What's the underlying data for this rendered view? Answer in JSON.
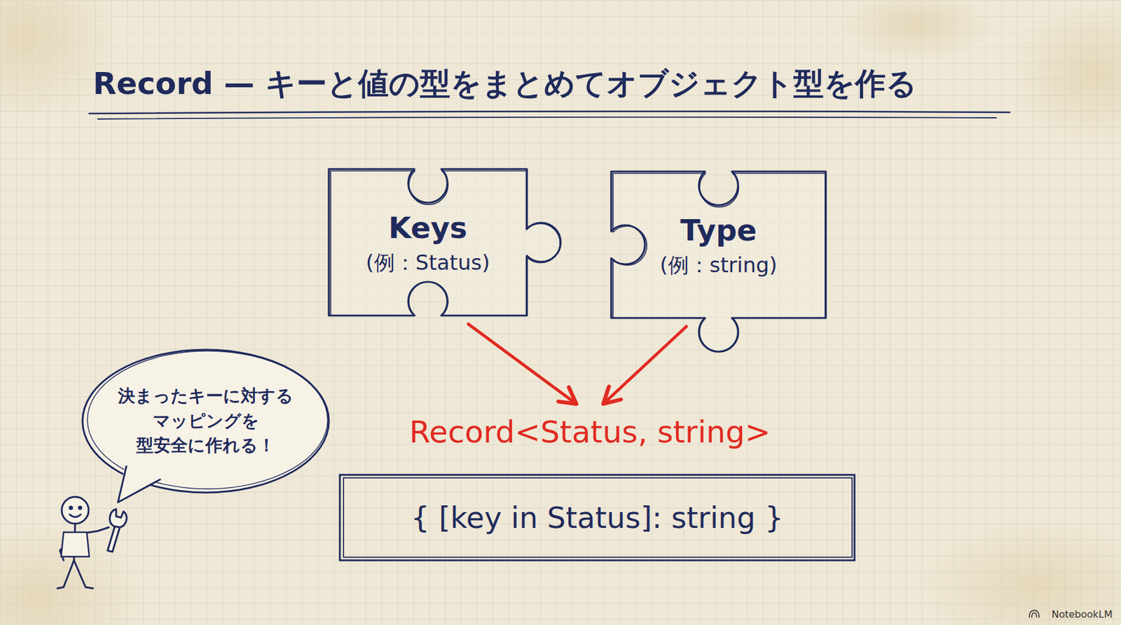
{
  "diagram": {
    "title": "Record — キーと値の型をまとめてオブジェクト型を作る",
    "nodes": [
      {
        "text": [
          "Keys",
          "(例：Status)"
        ]
      },
      {
        "text": [
          "Type",
          "(例：string)"
        ]
      },
      {
        "text": [
          "Record<Status, string>"
        ]
      },
      {
        "text": [
          "{ [key in Status]: string }"
        ]
      },
      {
        "text": [
          "決まったキーに対する マッピングを 型安全に作れる！"
        ]
      }
    ],
    "edges": [
      {
        "from": 0,
        "to": 2,
        "arrow": "to"
      },
      {
        "from": 1,
        "to": 2,
        "arrow": "to"
      }
    ],
    "labels": [
      "NotebookLM"
    ]
  }
}
